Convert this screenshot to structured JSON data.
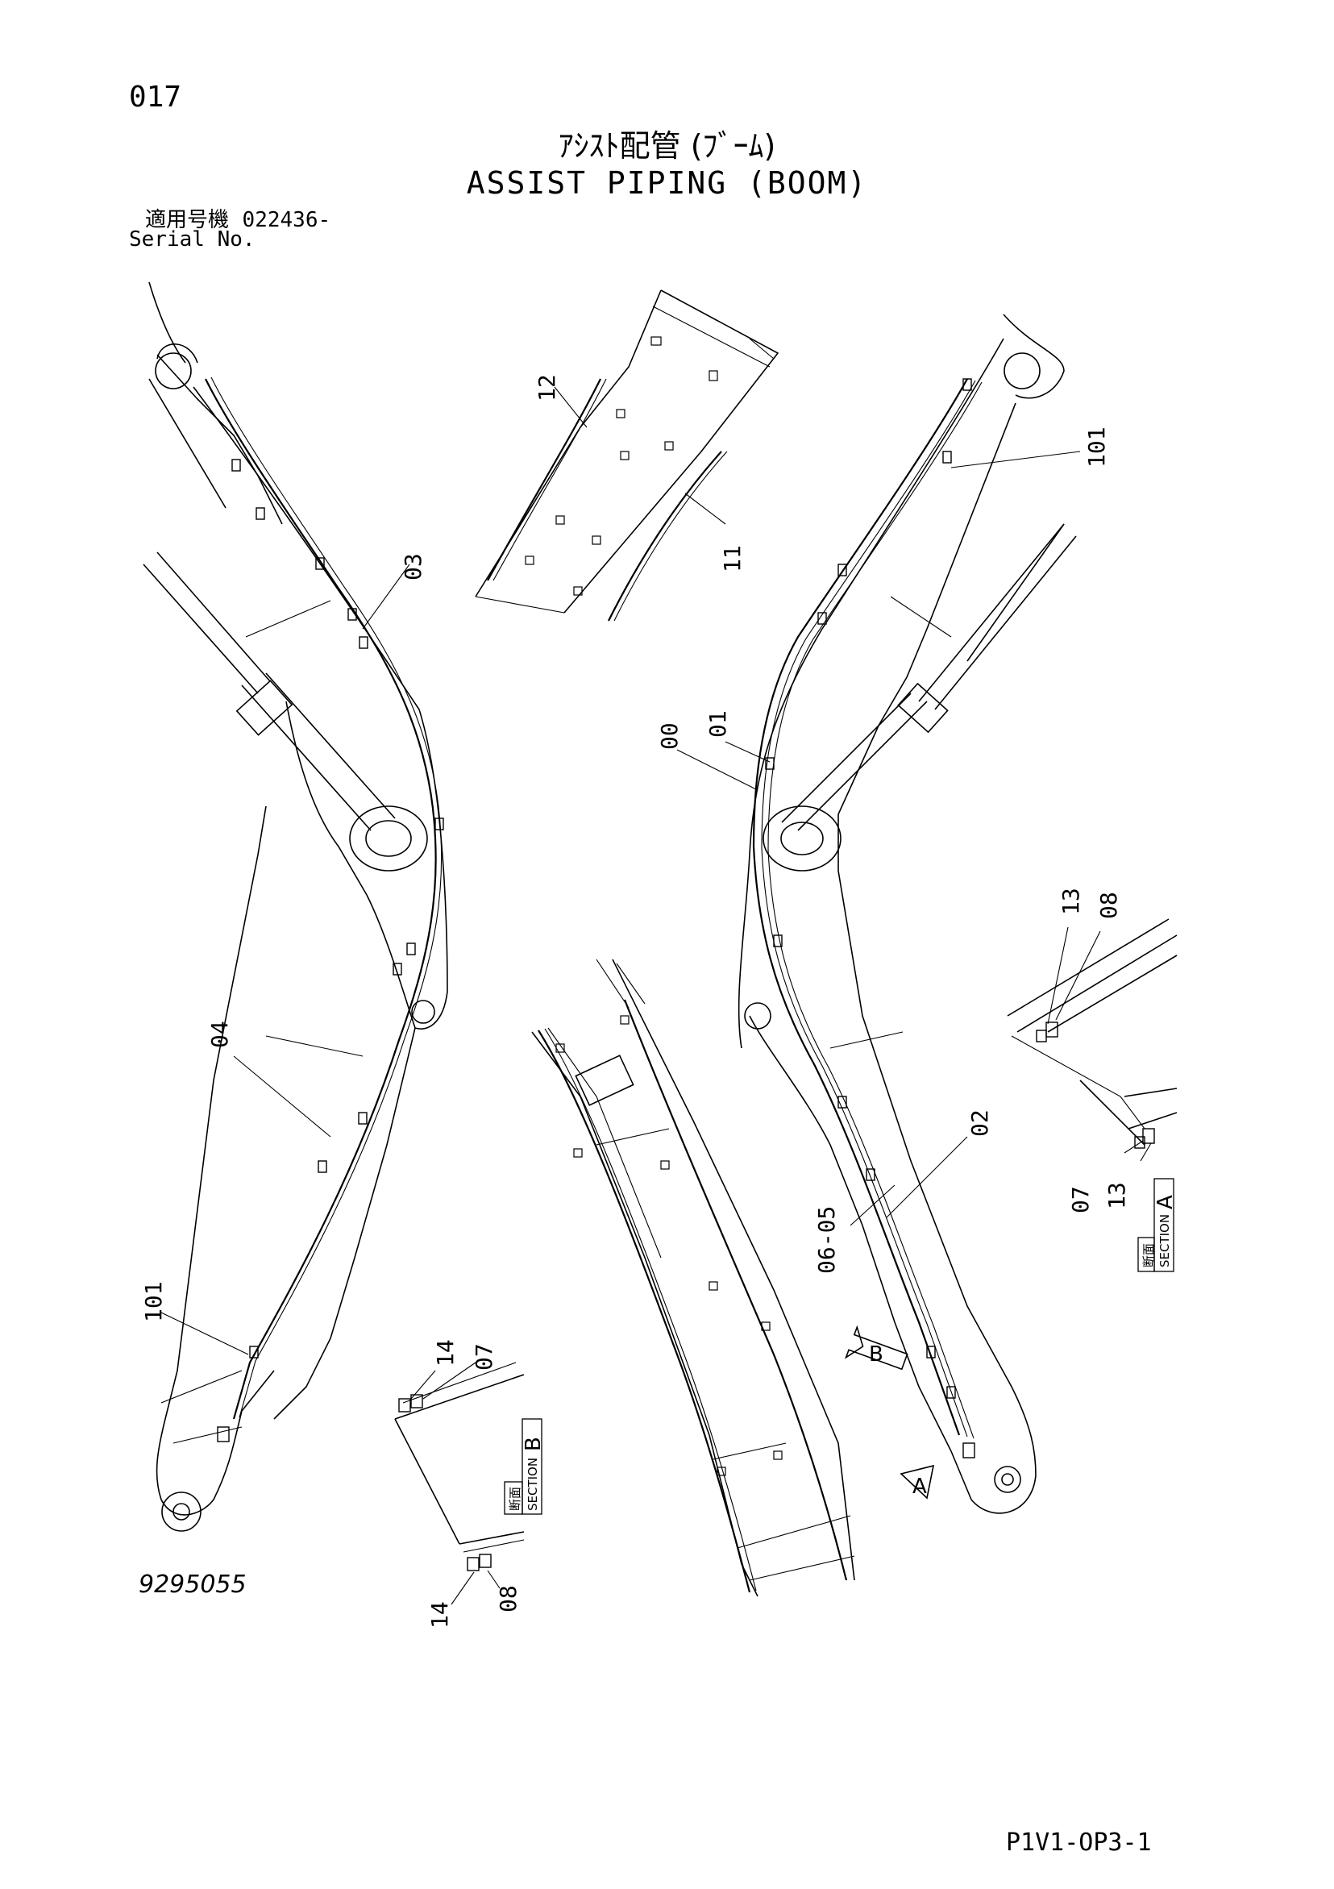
{
  "page_number": "017",
  "title_jp": "ｱｼｽﾄ配管 (ﾌﾞｰﾑ)",
  "title_en": "ASSIST PIPING (BOOM)",
  "serial": {
    "label_jp": "適用号機",
    "value": "022436-",
    "label_en": "Serial No."
  },
  "drawing_number": "9295055",
  "sheet_code": "P1V1-OP3-1",
  "callouts": {
    "c03": "03",
    "c04": "04",
    "c101_left": "101",
    "c101_right": "101",
    "c12": "12",
    "c11": "11",
    "c00": "00",
    "c01": "01",
    "c02": "02",
    "c05_06": "06-05",
    "c13_top": "13",
    "c08_top": "08",
    "c07_a": "07",
    "c13_a": "13",
    "c14_top": "14",
    "c07_b": "07",
    "c14_b": "14",
    "c08_b": "08"
  },
  "section_a": {
    "jp": "断面",
    "en": "SECTION",
    "letter": "A"
  },
  "section_b": {
    "jp": "断面",
    "en": "SECTION",
    "letter": "B"
  },
  "view_markers": {
    "a": "A",
    "b": "B"
  }
}
